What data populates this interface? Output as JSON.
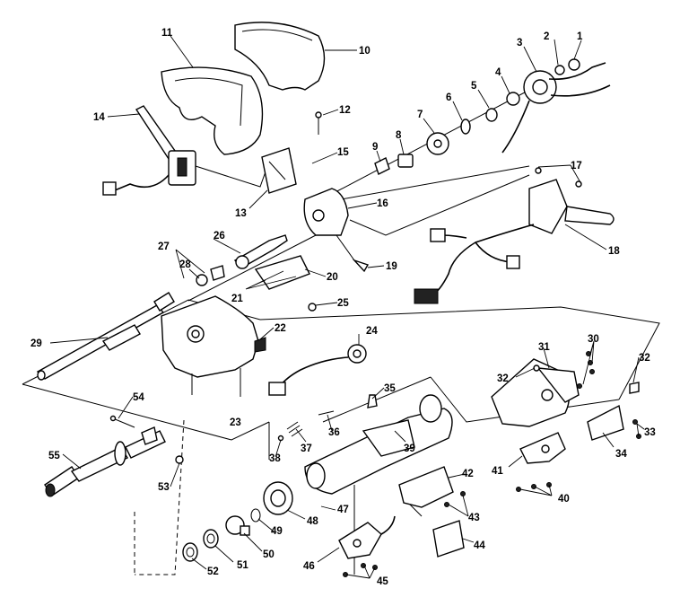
{
  "callouts": [
    "1",
    "2",
    "3",
    "4",
    "5",
    "6",
    "7",
    "8",
    "9",
    "10",
    "11",
    "12",
    "13",
    "14",
    "15",
    "16",
    "17",
    "18",
    "19",
    "20",
    "21",
    "22",
    "23",
    "24",
    "25",
    "26",
    "27",
    "28",
    "29",
    "30",
    "31",
    "32",
    "32",
    "33",
    "34",
    "35",
    "36",
    "37",
    "38",
    "39",
    "40",
    "41",
    "42",
    "43",
    "44",
    "45",
    "46",
    "47",
    "48",
    "49",
    "50",
    "51",
    "52",
    "53",
    "54",
    "55"
  ]
}
